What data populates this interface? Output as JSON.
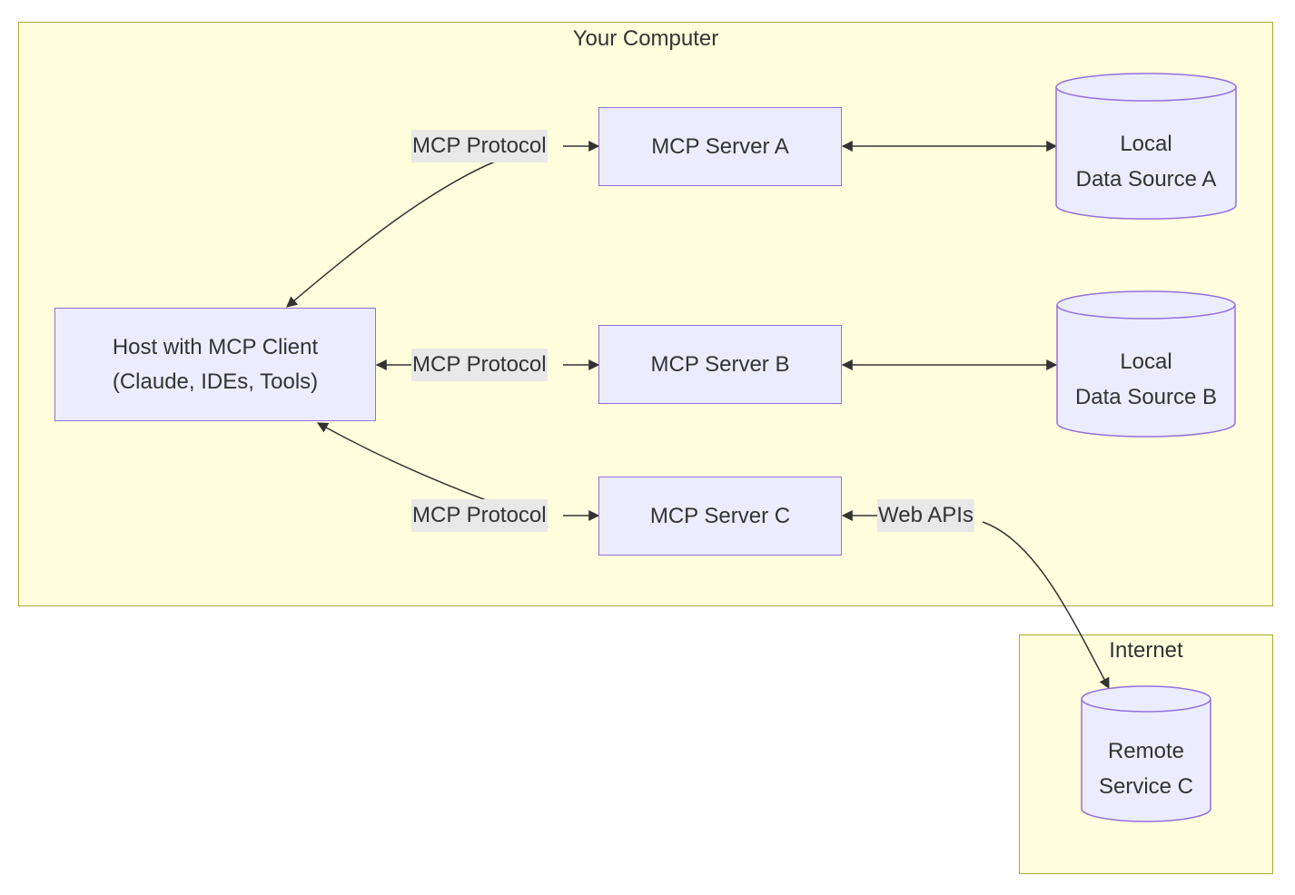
{
  "clusters": {
    "computer": {
      "title": "Your Computer"
    },
    "internet": {
      "title": "Internet"
    }
  },
  "nodes": {
    "host": {
      "line1": "Host with MCP Client",
      "line2": "(Claude, IDEs, Tools)"
    },
    "server_a": {
      "label": "MCP Server A"
    },
    "server_b": {
      "label": "MCP Server B"
    },
    "server_c": {
      "label": "MCP Server C"
    },
    "data_a": {
      "line1": "Local",
      "line2": "Data Source A"
    },
    "data_b": {
      "line1": "Local",
      "line2": "Data Source B"
    },
    "remote_c": {
      "line1": "Remote",
      "line2": "Service C"
    }
  },
  "edges": {
    "host_server_a": "MCP Protocol",
    "host_server_b": "MCP Protocol",
    "host_server_c": "MCP Protocol",
    "server_c_remote": "Web APIs"
  },
  "colors": {
    "cluster_fill": "#ffffde",
    "cluster_border": "#aaaa33",
    "node_fill": "#ececff",
    "node_border": "#9370db",
    "edge_label_bg": "#e8e8e8",
    "line": "#333333"
  }
}
